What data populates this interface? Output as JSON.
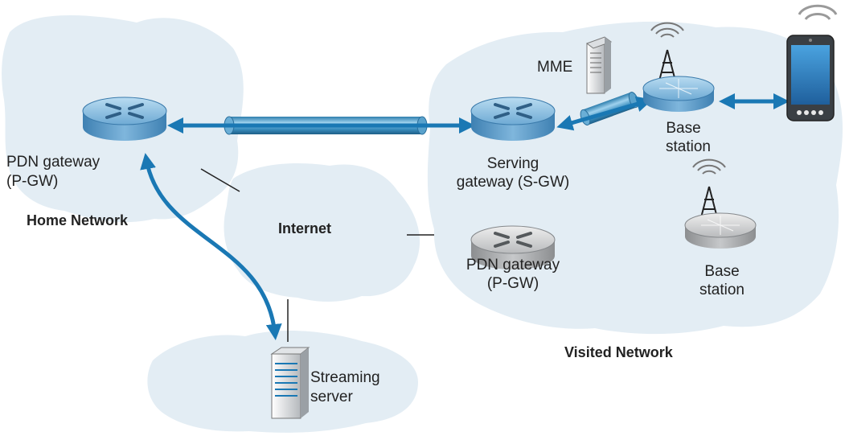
{
  "home_network": {
    "title": "Home Network",
    "pgw_line1": "PDN gateway",
    "pgw_line2": "(P-GW)"
  },
  "internet": {
    "title": "Internet"
  },
  "streaming": {
    "line1": "Streaming",
    "line2": "server"
  },
  "visited_network": {
    "title": "Visited Network",
    "mme": "MME",
    "sgw_line1": "Serving",
    "sgw_line2": "gateway (S-GW)",
    "pgw_line1": "PDN gateway",
    "pgw_line2": "(P-GW)",
    "base1_line1": "Base",
    "base1_line2": "station",
    "base2_line1": "Base",
    "base2_line2": "station"
  },
  "colors": {
    "cloud": "#e3edf4",
    "arrow": "#1a78b4",
    "router_blue": "#7fb6dc",
    "router_gray": "#c6c8ca"
  }
}
